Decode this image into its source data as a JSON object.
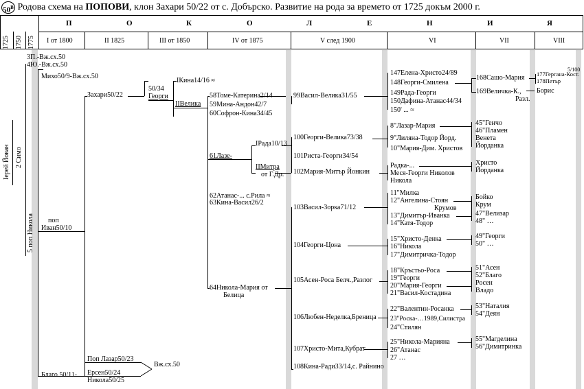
{
  "title": {
    "badge": "50",
    "badge_sup": "В",
    "pre": "Родова схема на ",
    "bold": "ПОПОВИ",
    "post": ", клон Захари 50/22 от с. Добърско. Развитие на рода за времето от 1725 докъм 2000 г."
  },
  "header": {
    "pokolenia": [
      "П",
      "О",
      "К",
      "О",
      "Л",
      "Е",
      "Н",
      "И",
      "Я"
    ],
    "years": [
      "1725",
      "1750",
      "1775"
    ],
    "columns": [
      "I от 1800",
      "II 1825",
      "III от 1850",
      "IV от 1875",
      "V след 1900",
      "VI",
      "VII",
      "VIII"
    ]
  },
  "vertical": {
    "ierei": "Iерей Йован",
    "simo": "2 Симо",
    "pop_nikola": "5 поп Никола"
  },
  "nodes": {
    "n3": "3П.-Вж.сх.50",
    "n4": "4Ю.-Вж.сх.50",
    "miho": "Михо50/9-Вж.сх.50",
    "pop": "поп",
    "ivan": "Иван50/10",
    "blago": "Благо.50/11-",
    "zahari": "Захари50/22",
    "pop_lazar": "Поп Лазар50/23",
    "ersen": "Ерсен50/24",
    "nikola25": "Никола50/25",
    "vzh": "Вж.сх.50",
    "g50_34": "50/34",
    "georgi": "Георги",
    "kina14": "IКина14/16 ≈",
    "velika": "IIВелика",
    "n58": "58Томе-Катерина2/14",
    "n59": "59Мина-Андон42/7",
    "n60": "60Софрон-Кина34/45",
    "n61": "61Лазе-",
    "rada": "IРада10/13",
    "mitra": "IIМитра",
    "ot_gdr": "от Г.Др.",
    "n62": "62Атанас-... с.Рила ≈",
    "n63": "63Кина-Васил26/2",
    "n64a": "64Никола-Мария от",
    "n64b": "Белица",
    "n99": "99Васил-Велика31/55",
    "n100": "100Георги-Велика73/38",
    "n101": "101Риста-Георги34/54",
    "n102": "102Мария-Митър Йонкин",
    "n103": "103Васил-Зорка71/12",
    "n104": "104Георги-Цона",
    "n105": "105Асен-Роса Белч.,Разлог",
    "n106": "106Любен-Неделка,Бреница",
    "n107": "107Христо-Мита,Кубрат",
    "n108": "108Кина-Ради33/14,с. Райнино",
    "n147": "147Елена-Христо24/89",
    "n148": "148Георги-Смилена",
    "n149": "149Рада-Георги",
    "n150": "150Дафина-Атанас44/34",
    "n150b": "150' ... ≈",
    "l8": "8\"Лазар-Мария",
    "l9": "9\"Лиляна-Тодор Йорд.",
    "l10": "10\"Мария-Дим. Христов",
    "radka": "Радка-...",
    "mesia": "Меся-Георги Николов",
    "nikola_c": "Никола",
    "l11": "11\"Милка",
    "l12": "12\"Ангелина-Стоян",
    "krumov": "Крумов",
    "l13": "13\"Димитър-Иванка",
    "l14": "14\"Катя-Тодор",
    "l15": "15\"Христо-Денка",
    "l16": "16\"Никола",
    "l17": "17\"Димитричка-Тодор",
    "l18": "18\"Кръстьо-Роса",
    "l19": "19\"Георги",
    "l20": "20\"Мария-Георги",
    "l21": "21\"Васил-Костадина",
    "l22": "22\"Валентин-Росанка",
    "l23": "23\"Роска-…1989,Силистра",
    "l24": "24\"Стилян",
    "l25": "25\"Никола-Марияна",
    "l26": "26\"Атанас",
    "l27": "27 …",
    "n168": "168Сашо-Мария",
    "n169": "169Величка-К.,",
    "razl": "Разл.",
    "m45": "45\"Генчо",
    "m46": "46\"Пламен",
    "veneta": "Венета",
    "jordanka1": "Йорданка",
    "hristo": "Христо",
    "jordanka2": "Йорданка",
    "bojko": "Бойко",
    "krum": "Крум",
    "m47": "47\"Велизар",
    "m48": "48\" …",
    "m49": "49\"Георги",
    "m50": "50\" …",
    "m51": "51\"Асен",
    "m52": "52\"Благо",
    "rosen": "Росен",
    "vlado": "Владо",
    "m53": "53\"Наталия",
    "m54": "54\"Деян",
    "m55": "55\"Магделина",
    "m56": "56\"Димитринка",
    "n177": "177Гергана-Кост.",
    "n178": "178Петър",
    "boris": "Борис",
    "r5_100": "5/100"
  }
}
